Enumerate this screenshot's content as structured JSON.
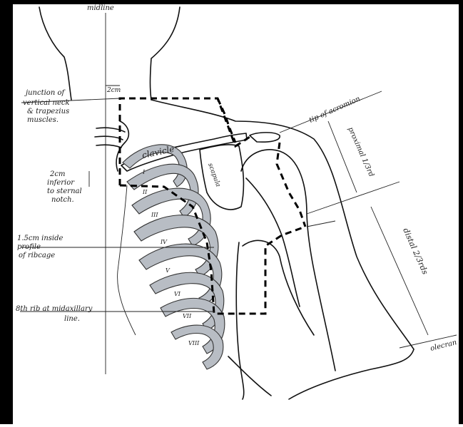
{
  "labels": {
    "midline": "midline",
    "junction": [
      "junction of",
      "vertical neck",
      "& trapezius",
      "muscles."
    ],
    "two_cm_top": "2cm",
    "two_cm_inferior": [
      "2cm",
      "inferior",
      "to sternal",
      "notch."
    ],
    "inside_profile": [
      "1.5cm inside",
      "profile",
      "of ribcage"
    ],
    "eighth_rib": [
      "8th rib at midaxillary",
      "line."
    ],
    "clavicle": "clavicle",
    "scapula": "scapula",
    "tip_acromion": "tip of acromion",
    "proximal": "proximal 1/3rd",
    "distal": "distal 2/3rds",
    "olecranon": "olecran"
  },
  "ribs": [
    "I",
    "II",
    "III",
    "IV",
    "V",
    "VI",
    "VII",
    "VIII"
  ]
}
